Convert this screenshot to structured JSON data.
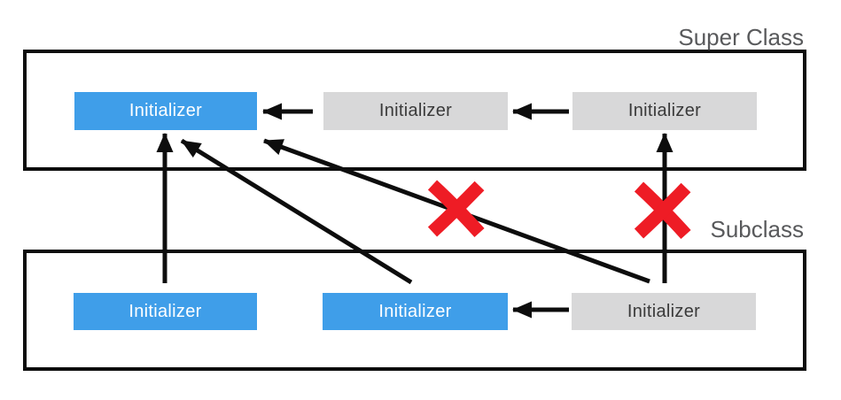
{
  "diagram": {
    "superclass": {
      "label": "Super Class",
      "initializers": [
        {
          "label": "Initializer",
          "style": "blue-designated"
        },
        {
          "label": "Initializer",
          "style": "gray-convenience"
        },
        {
          "label": "Initializer",
          "style": "gray-convenience"
        }
      ]
    },
    "subclass": {
      "label": "Subclass",
      "initializers": [
        {
          "label": "Initializer",
          "style": "blue-designated"
        },
        {
          "label": "Initializer",
          "style": "blue-designated"
        },
        {
          "label": "Initializer",
          "style": "gray-convenience"
        }
      ]
    },
    "annotations": {
      "invalid_cross_icon": "red-cross-icon",
      "invalid_cross_count": 2
    },
    "colors": {
      "designated_blue": "#3f9ee9",
      "convenience_gray": "#d8d8d9",
      "invalid_red": "#ee1c25",
      "arrow_black": "#0d0d0d",
      "label_gray": "#58595b"
    }
  }
}
